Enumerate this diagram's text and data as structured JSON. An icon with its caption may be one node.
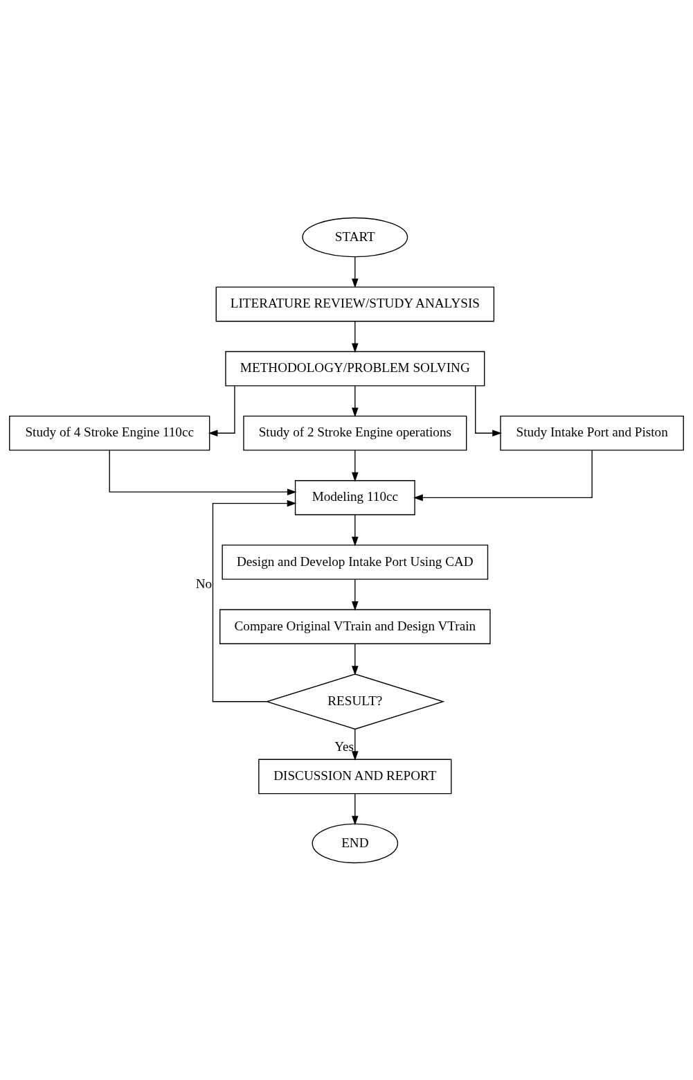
{
  "diagram": {
    "nodes": [
      {
        "text": [
          "START"
        ]
      },
      {
        "text": [
          "LITERATURE REVIEW/STUDY ANALYSIS"
        ]
      },
      {
        "text": [
          "METHODOLOGY/PROBLEM SOLVING"
        ]
      },
      {
        "text": [
          "Study of 4 Stroke Engine 110cc"
        ]
      },
      {
        "text": [
          "Study of 2 Stroke Engine operations"
        ]
      },
      {
        "text": [
          "Study Intake Port and Piston"
        ]
      },
      {
        "text": [
          "Modeling 110cc"
        ]
      },
      {
        "text": [
          "Design and Develop Intake Port Using CAD"
        ]
      },
      {
        "text": [
          "Compare Original VTrain and Design VTrain"
        ]
      },
      {
        "text": [
          "RESULT?"
        ]
      },
      {
        "text": [
          "DISCUSSION AND REPORT"
        ]
      },
      {
        "text": [
          "END"
        ]
      }
    ],
    "edges": [
      {
        "from": 0,
        "to": 1,
        "arrow": "to"
      },
      {
        "from": 1,
        "to": 2,
        "arrow": "to"
      },
      {
        "from": 2,
        "to": 3,
        "arrow": "to"
      },
      {
        "from": 2,
        "to": 4,
        "arrow": "to"
      },
      {
        "from": 2,
        "to": 5,
        "arrow": "to"
      },
      {
        "from": 3,
        "to": 6,
        "arrow": "to"
      },
      {
        "from": 4,
        "to": 6,
        "arrow": "to"
      },
      {
        "from": 5,
        "to": 6,
        "arrow": "to"
      },
      {
        "from": 6,
        "to": 7,
        "arrow": "to"
      },
      {
        "from": 7,
        "to": 8,
        "arrow": "to"
      },
      {
        "from": 8,
        "to": 9,
        "arrow": "to"
      },
      {
        "from": 9,
        "to": 6,
        "arrow": "to",
        "label": "No"
      },
      {
        "from": 9,
        "to": 10,
        "arrow": "to",
        "label": "Yes"
      },
      {
        "from": 10,
        "to": 11,
        "arrow": "to"
      }
    ]
  }
}
